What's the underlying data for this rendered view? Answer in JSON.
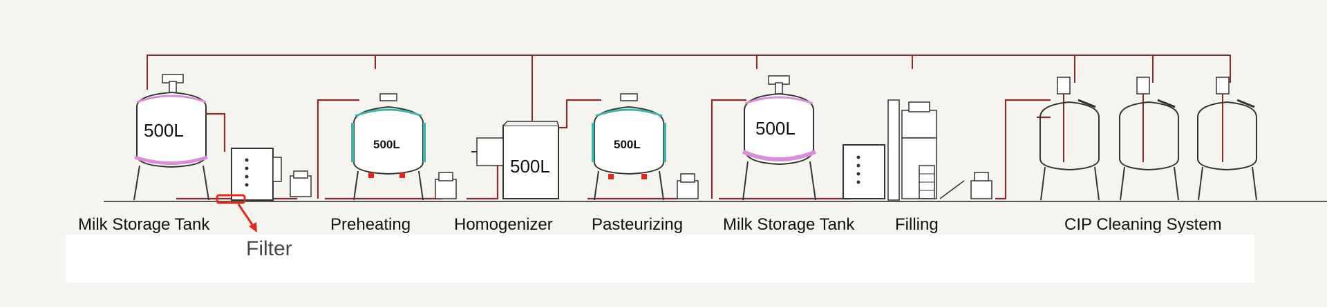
{
  "stations": [
    {
      "caption": "Milk Storage Tank",
      "volume": "500L"
    },
    {
      "caption": "Preheating",
      "volume": "500L"
    },
    {
      "caption": "Homogenizer",
      "volume": "500L"
    },
    {
      "caption": "Pasteurizing",
      "volume": "500L"
    },
    {
      "caption": "Milk Storage Tank",
      "volume": "500L"
    },
    {
      "caption": "Filling",
      "volume": ""
    },
    {
      "caption": "CIP Cleaning System",
      "volume": ""
    }
  ],
  "callout": {
    "label": "Filter",
    "color": "#e0281e"
  },
  "colors": {
    "pipe": "#8a2b2b",
    "jacket_pink": "#d98fd8",
    "jacket_teal": "#3fb3a8",
    "line": "#333333"
  }
}
